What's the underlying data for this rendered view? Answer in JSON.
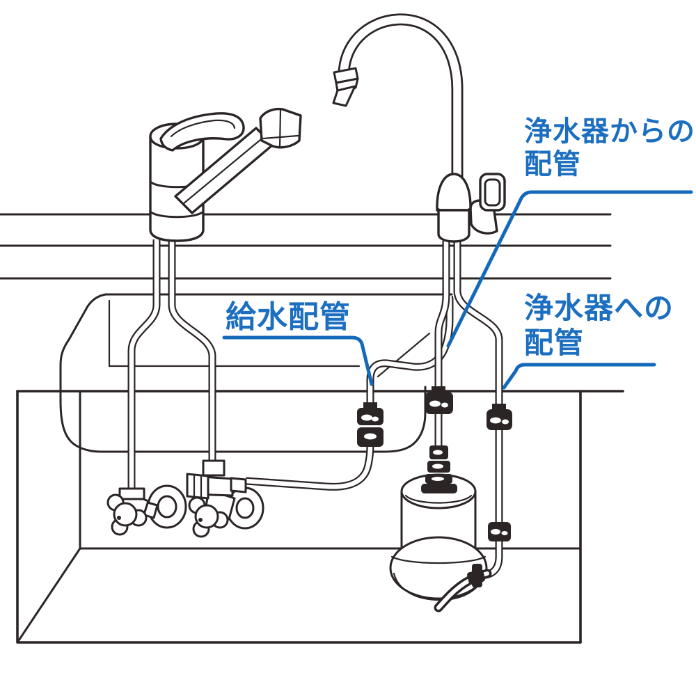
{
  "diagram": {
    "type": "installation-diagram",
    "subject": "under-sink water purifier plumbing",
    "colors": {
      "background": "#ffffff",
      "line_ink": "#2b2526",
      "accent_blue": "#1569b9",
      "label_text_blue": "#1c6fc0"
    },
    "labels": {
      "from_purifier_line1": "浄水器からの",
      "from_purifier_line2": "配管",
      "supply": "給水配管",
      "to_purifier_line1": "浄水器への",
      "to_purifier_line2": "配管"
    }
  }
}
